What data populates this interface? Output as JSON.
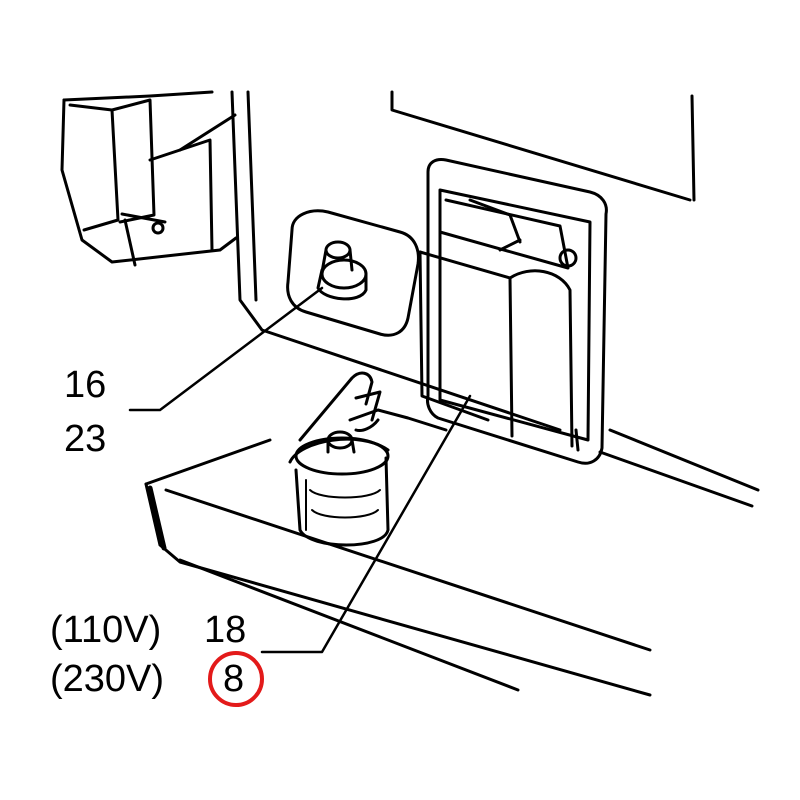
{
  "callouts": {
    "part_16": "16",
    "part_23": "23",
    "voltage_110": "(110V)",
    "part_18": "18",
    "voltage_230": "(230V)",
    "part_8": "8"
  },
  "colors": {
    "ink": "#000000",
    "paper": "#ffffff",
    "highlight": "#e31a1a"
  }
}
